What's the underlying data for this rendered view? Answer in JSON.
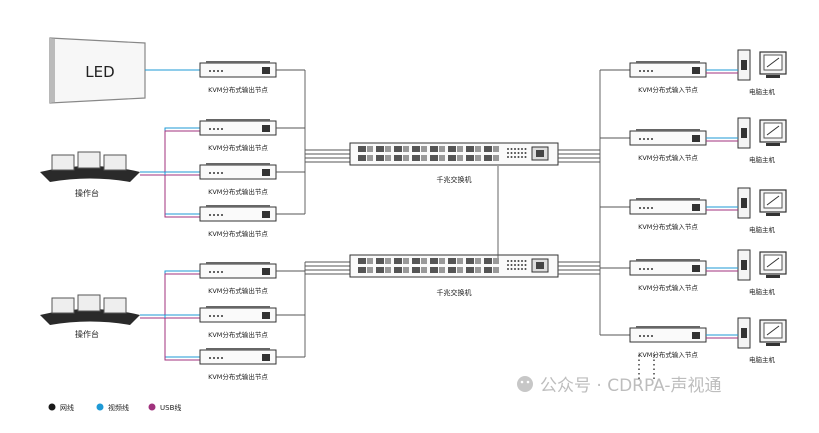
{
  "led_label": "LED",
  "console_label": "操作台",
  "output_node_label": "KVM分布式输出节点",
  "input_node_label": "KVM分布式输入节点",
  "host_label": "电脑主机",
  "switch_label": "千兆交换机",
  "legend": [
    {
      "label": "网线",
      "color": "#1a1a1a"
    },
    {
      "label": "视频线",
      "color": "#1e9ad6"
    },
    {
      "label": "USB线",
      "color": "#a0327d"
    }
  ],
  "watermark": "公众号 · CDRPA-声视通",
  "colors": {
    "network": "#555555",
    "video": "#1e9ad6",
    "usb": "#a0327d"
  }
}
